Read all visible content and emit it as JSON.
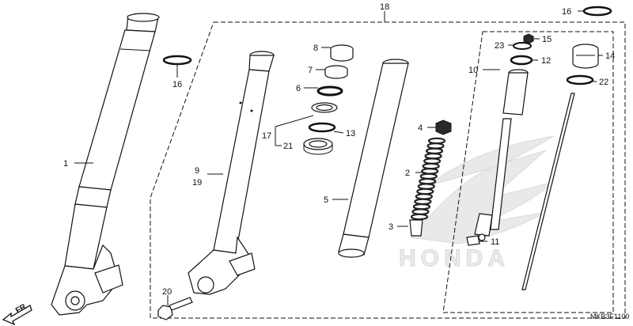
{
  "diagram": {
    "parts": [
      {
        "ref": "1"
      },
      {
        "ref": "2"
      },
      {
        "ref": "3"
      },
      {
        "ref": "4"
      },
      {
        "ref": "5"
      },
      {
        "ref": "6"
      },
      {
        "ref": "7"
      },
      {
        "ref": "8"
      },
      {
        "ref": "9",
        "alt_ref": "19"
      },
      {
        "ref": "10"
      },
      {
        "ref": "11"
      },
      {
        "ref": "12"
      },
      {
        "ref": "13"
      },
      {
        "ref": "14"
      },
      {
        "ref": "15"
      },
      {
        "ref": "16"
      },
      {
        "ref": "16"
      },
      {
        "ref": "17"
      },
      {
        "ref": "18"
      },
      {
        "ref": "20"
      },
      {
        "ref": "21"
      },
      {
        "ref": "22"
      },
      {
        "ref": "23"
      }
    ],
    "front_indicator": "FR.",
    "diagram_code": "MKB3F1100",
    "watermark_text": "HONDA"
  }
}
